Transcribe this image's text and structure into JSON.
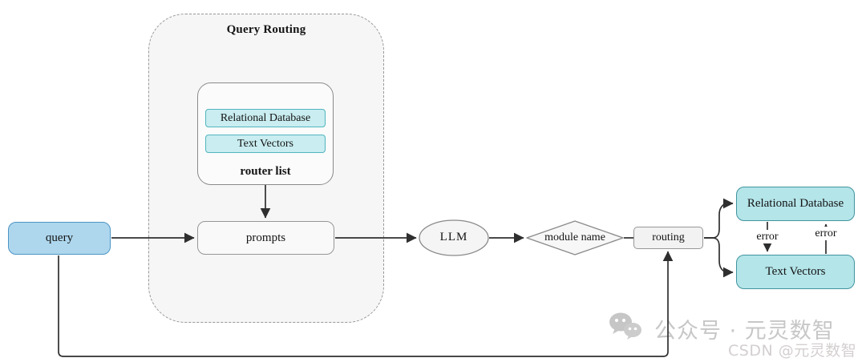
{
  "diagram": {
    "group_title": "Query Routing",
    "router_list": {
      "label": "router list",
      "items": [
        "Relational Database",
        "Text Vectors"
      ]
    },
    "nodes": {
      "query": "query",
      "prompts": "prompts",
      "llm": "LLM",
      "module_name": "module name",
      "routing": "routing",
      "relational_database": "Relational Database",
      "text_vectors": "Text Vectors"
    },
    "edge_labels": {
      "error_down": "error",
      "error_up": "error"
    }
  },
  "watermark": {
    "wechat_text": "公众号 · 元灵数智",
    "csdn_text": "CSDN @元灵数智"
  },
  "colors": {
    "query_fill": "#aed7ee",
    "query_border": "#4d94c4",
    "cyan_fill": "#b4e5e9",
    "cyan_border": "#41949f",
    "cyan_light_fill": "#c9edf0",
    "cyan_light_border": "#52b5c0",
    "group_fill": "#f6f6f6",
    "edge_color": "#2f2f2f",
    "watermark_gray": "#c7c7c7"
  }
}
